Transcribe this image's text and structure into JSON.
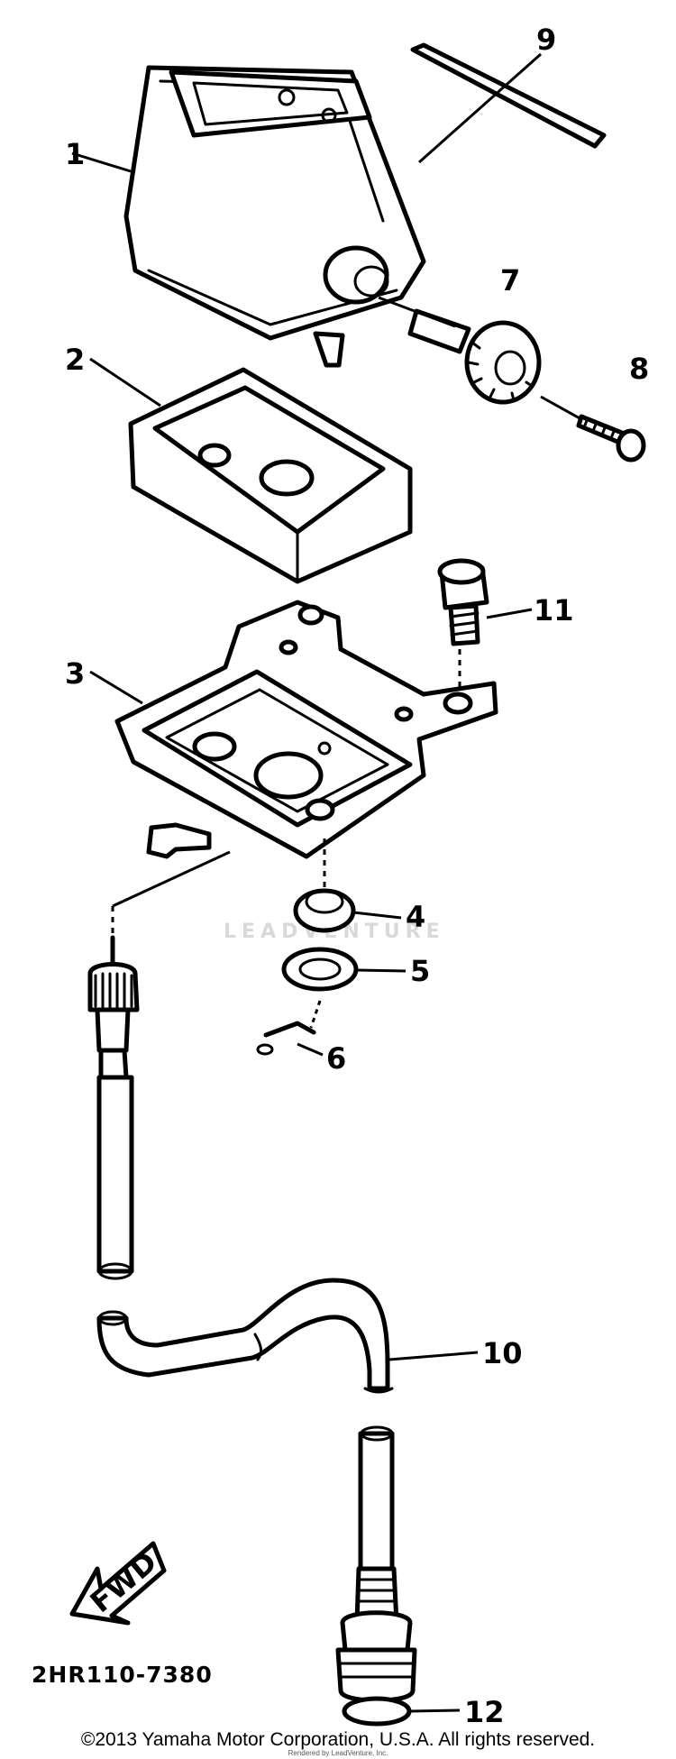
{
  "diagram": {
    "callouts": [
      "1",
      "2",
      "3",
      "4",
      "5",
      "6",
      "7",
      "8",
      "9",
      "10",
      "11",
      "12"
    ],
    "fwd_label": "FWD",
    "drawing_code": "2HR110-7380",
    "watermark": "LEADVENTURE"
  },
  "footer": {
    "copyright": "©2013 Yamaha Motor Corporation, U.S.A. All rights reserved.",
    "renderer": "Rendered by LeadVenture, Inc."
  }
}
